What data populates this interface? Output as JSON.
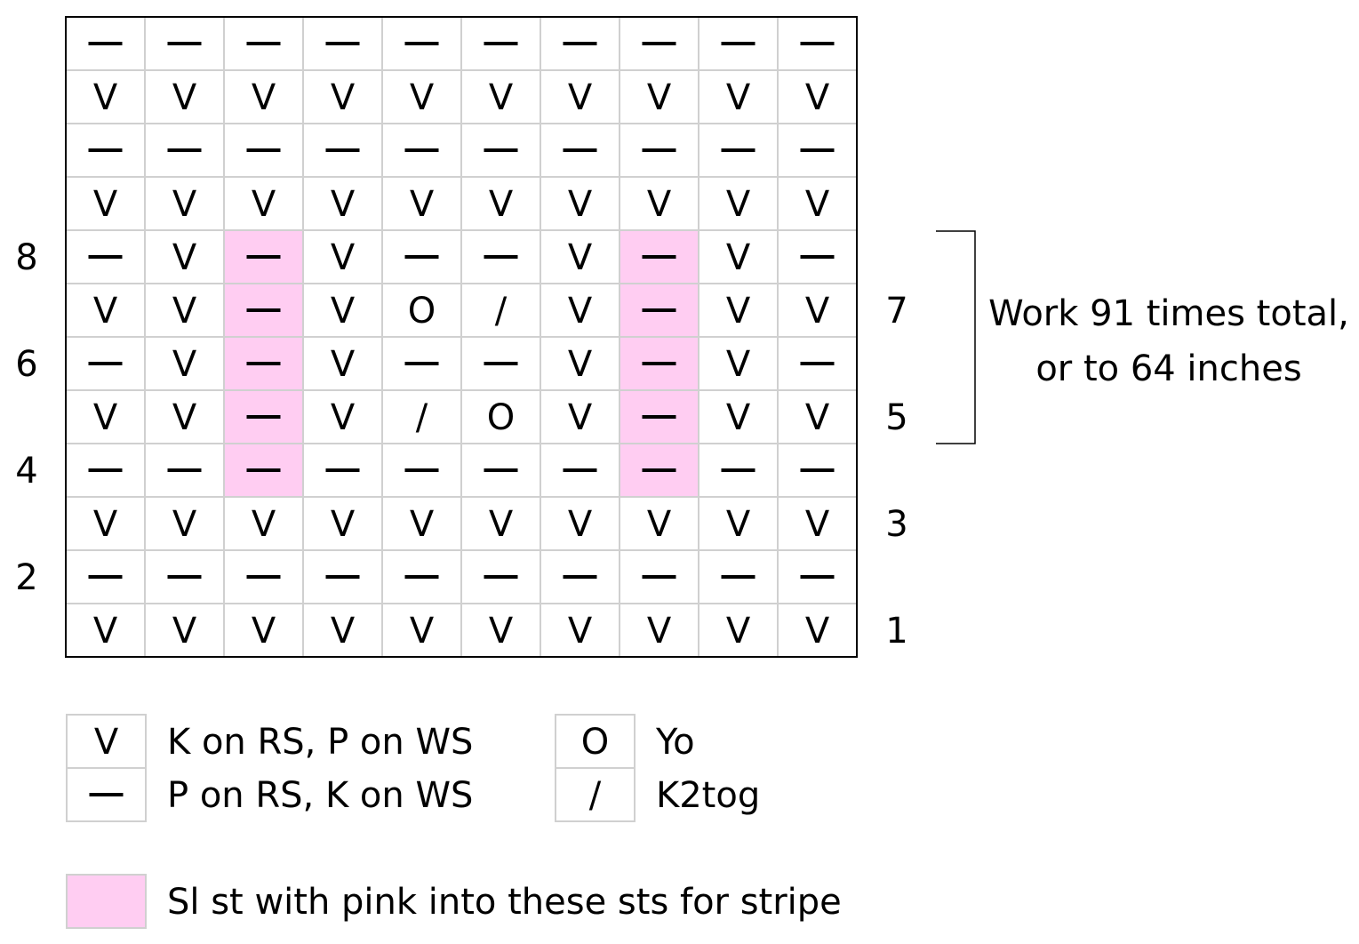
{
  "chart_data": {
    "type": "table",
    "colors": {
      "pink": "#ffcdf2",
      "grid_line": "#d0d0d0",
      "border": "#000000"
    },
    "rows_top_to_bottom": [
      {
        "label": "",
        "side": "",
        "cells": [
          "—",
          "—",
          "—",
          "—",
          "—",
          "—",
          "—",
          "—",
          "—",
          "—"
        ],
        "pink": []
      },
      {
        "label": "",
        "side": "",
        "cells": [
          "V",
          "V",
          "V",
          "V",
          "V",
          "V",
          "V",
          "V",
          "V",
          "V"
        ],
        "pink": []
      },
      {
        "label": "",
        "side": "",
        "cells": [
          "—",
          "—",
          "—",
          "—",
          "—",
          "—",
          "—",
          "—",
          "—",
          "—"
        ],
        "pink": []
      },
      {
        "label": "",
        "side": "",
        "cells": [
          "V",
          "V",
          "V",
          "V",
          "V",
          "V",
          "V",
          "V",
          "V",
          "V"
        ],
        "pink": []
      },
      {
        "label": "8",
        "side": "left",
        "cells": [
          "—",
          "V",
          "—",
          "V",
          "—",
          "—",
          "V",
          "—",
          "V",
          "—"
        ],
        "pink": [
          2,
          7
        ]
      },
      {
        "label": "7",
        "side": "right",
        "cells": [
          "V",
          "V",
          "—",
          "V",
          "O",
          "/",
          "V",
          "—",
          "V",
          "V"
        ],
        "pink": [
          2,
          7
        ]
      },
      {
        "label": "6",
        "side": "left",
        "cells": [
          "—",
          "V",
          "—",
          "V",
          "—",
          "—",
          "V",
          "—",
          "V",
          "—"
        ],
        "pink": [
          2,
          7
        ]
      },
      {
        "label": "5",
        "side": "right",
        "cells": [
          "V",
          "V",
          "—",
          "V",
          "/",
          "O",
          "V",
          "—",
          "V",
          "V"
        ],
        "pink": [
          2,
          7
        ]
      },
      {
        "label": "4",
        "side": "left",
        "cells": [
          "—",
          "—",
          "—",
          "—",
          "—",
          "—",
          "—",
          "—",
          "—",
          "—"
        ],
        "pink": [
          2,
          7
        ]
      },
      {
        "label": "3",
        "side": "right",
        "cells": [
          "V",
          "V",
          "V",
          "V",
          "V",
          "V",
          "V",
          "V",
          "V",
          "V"
        ],
        "pink": []
      },
      {
        "label": "2",
        "side": "left",
        "cells": [
          "—",
          "—",
          "—",
          "—",
          "—",
          "—",
          "—",
          "—",
          "—",
          "—"
        ],
        "pink": []
      },
      {
        "label": "1",
        "side": "right",
        "cells": [
          "V",
          "V",
          "V",
          "V",
          "V",
          "V",
          "V",
          "V",
          "V",
          "V"
        ],
        "pink": []
      }
    ],
    "repeat_note": {
      "lines": [
        "Work 91 times total,",
        "or to 64 inches"
      ],
      "from_row": "5",
      "to_row": "8"
    },
    "legend": [
      {
        "symbol": "V",
        "text": "K on RS, P on WS"
      },
      {
        "symbol": "—",
        "text": "P on RS, K on WS"
      },
      {
        "symbol": "O",
        "text": "Yo"
      },
      {
        "symbol": "/",
        "text": "K2tog"
      },
      {
        "symbol": "",
        "text": "Sl st  with pink into these sts for stripe",
        "pink": true
      }
    ]
  }
}
